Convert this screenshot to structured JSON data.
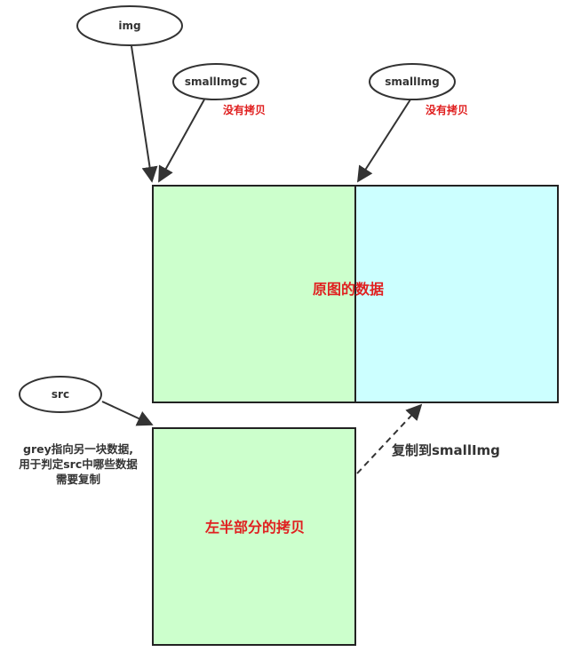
{
  "nodes": {
    "img": "img",
    "smallImgC": "smallImgC",
    "smallImg": "smallImg",
    "src": "src"
  },
  "notes": {
    "no_copy_1": "没有拷贝",
    "no_copy_2": "没有拷贝",
    "original_data": "原图的数据",
    "left_half_copy": "左半部分的拷贝",
    "copy_to": "复制到smallImg",
    "grey_line1": "grey指向另一块数据,",
    "grey_line2": "用于判定src中哪些数据",
    "grey_line3": "需要复制"
  },
  "colors": {
    "green_fill": "#ccffcc",
    "cyan_fill": "#ccffff",
    "red_text": "#e02020",
    "line": "#333333"
  }
}
